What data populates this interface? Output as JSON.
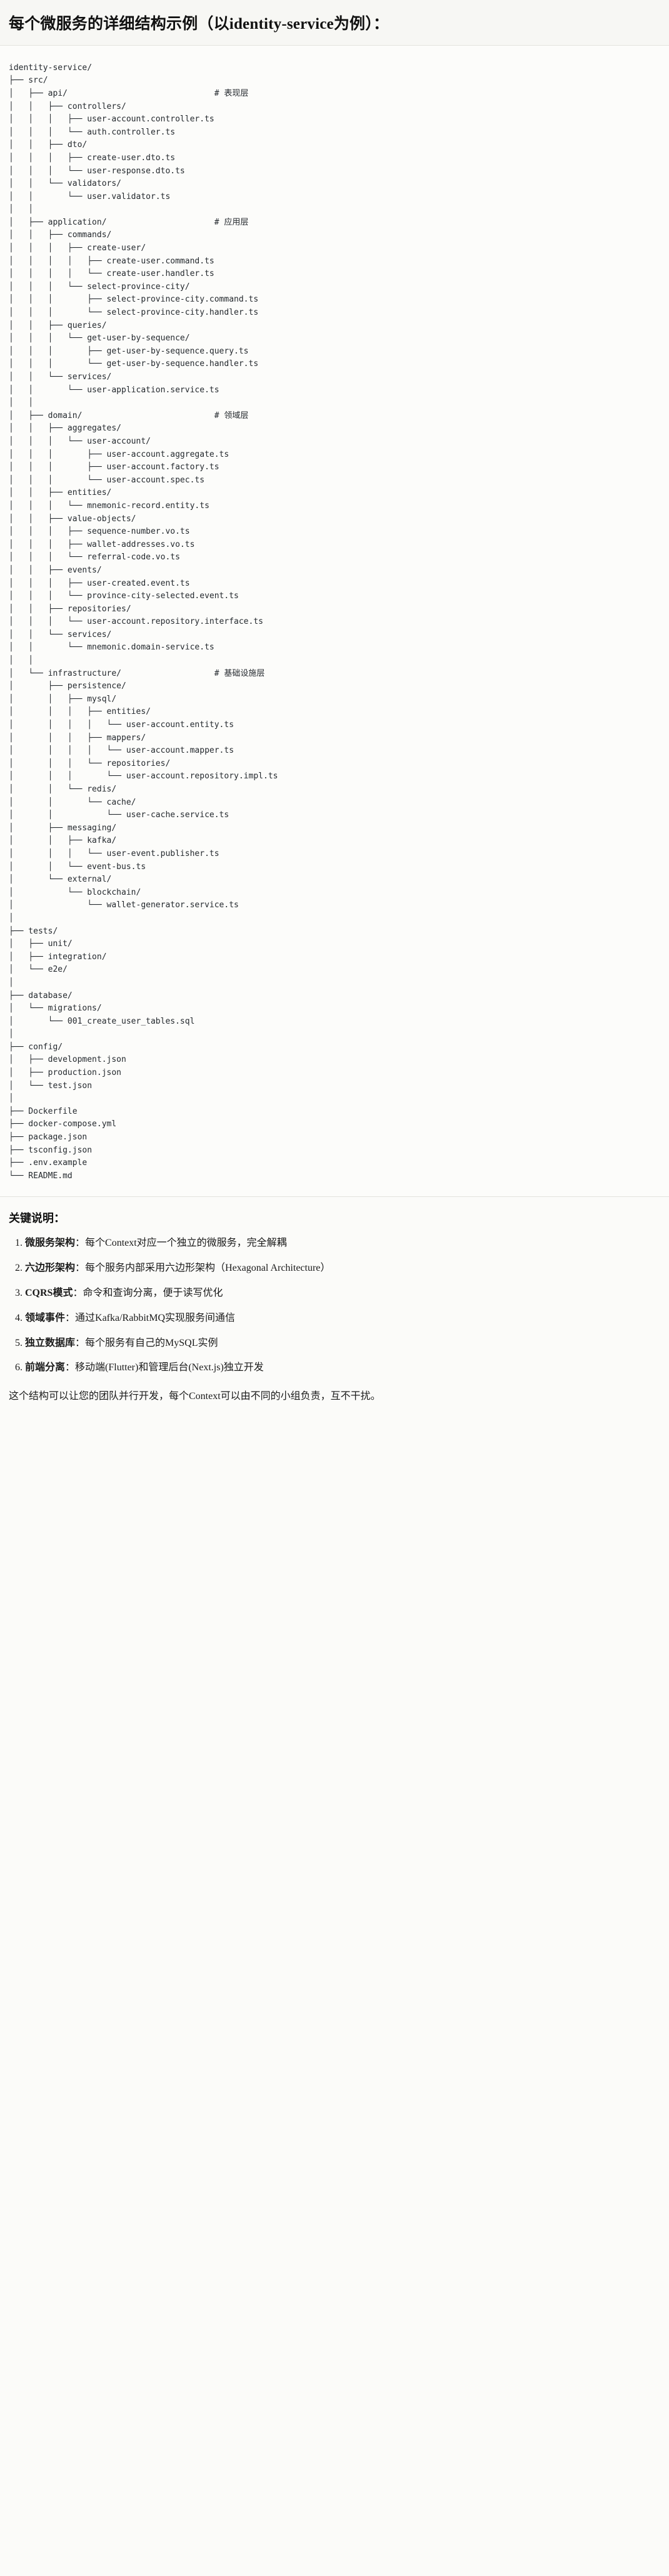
{
  "header": {
    "title": "每个微服务的详细结构示例（以identity-service为例）："
  },
  "tree": {
    "root": "identity-service/",
    "text": "identity-service/\n├── src/\n│   ├── api/                              # 表现层\n│   │   ├── controllers/\n│   │   │   ├── user-account.controller.ts\n│   │   │   └── auth.controller.ts\n│   │   ├── dto/\n│   │   │   ├── create-user.dto.ts\n│   │   │   └── user-response.dto.ts\n│   │   └── validators/\n│   │       └── user.validator.ts\n│   │\n│   ├── application/                      # 应用层\n│   │   ├── commands/\n│   │   │   ├── create-user/\n│   │   │   │   ├── create-user.command.ts\n│   │   │   │   └── create-user.handler.ts\n│   │   │   └── select-province-city/\n│   │   │       ├── select-province-city.command.ts\n│   │   │       └── select-province-city.handler.ts\n│   │   ├── queries/\n│   │   │   └── get-user-by-sequence/\n│   │   │       ├── get-user-by-sequence.query.ts\n│   │   │       └── get-user-by-sequence.handler.ts\n│   │   └── services/\n│   │       └── user-application.service.ts\n│   │\n│   ├── domain/                           # 领域层\n│   │   ├── aggregates/\n│   │   │   └── user-account/\n│   │   │       ├── user-account.aggregate.ts\n│   │   │       ├── user-account.factory.ts\n│   │   │       └── user-account.spec.ts\n│   │   ├── entities/\n│   │   │   └── mnemonic-record.entity.ts\n│   │   ├── value-objects/\n│   │   │   ├── sequence-number.vo.ts\n│   │   │   ├── wallet-addresses.vo.ts\n│   │   │   └── referral-code.vo.ts\n│   │   ├── events/\n│   │   │   ├── user-created.event.ts\n│   │   │   └── province-city-selected.event.ts\n│   │   ├── repositories/\n│   │   │   └── user-account.repository.interface.ts\n│   │   └── services/\n│   │       └── mnemonic.domain-service.ts\n│   │\n│   └── infrastructure/                   # 基础设施层\n│       ├── persistence/\n│       │   ├── mysql/\n│       │   │   ├── entities/\n│       │   │   │   └── user-account.entity.ts\n│       │   │   ├── mappers/\n│       │   │   │   └── user-account.mapper.ts\n│       │   │   └── repositories/\n│       │   │       └── user-account.repository.impl.ts\n│       │   └── redis/\n│       │       └── cache/\n│       │           └── user-cache.service.ts\n│       ├── messaging/\n│       │   ├── kafka/\n│       │   │   └── user-event.publisher.ts\n│       │   └── event-bus.ts\n│       └── external/\n│           └── blockchain/\n│               └── wallet-generator.service.ts\n│\n├── tests/\n│   ├── unit/\n│   ├── integration/\n│   └── e2e/\n│\n├── database/\n│   └── migrations/\n│       └── 001_create_user_tables.sql\n│\n├── config/\n│   ├── development.json\n│   ├── production.json\n│   └── test.json\n│\n├── Dockerfile\n├── docker-compose.yml\n├── package.json\n├── tsconfig.json\n├── .env.example\n└── README.md"
  },
  "keys": {
    "title": "关键说明：",
    "items": [
      {
        "term": "微服务架构",
        "desc": "：每个Context对应一个独立的微服务，完全解耦"
      },
      {
        "term": "六边形架构",
        "desc": "：每个服务内部采用六边形架构（Hexagonal Architecture）"
      },
      {
        "term": "CQRS模式",
        "desc": "：命令和查询分离，便于读写优化"
      },
      {
        "term": "领域事件",
        "desc": "：通过Kafka/RabbitMQ实现服务间通信"
      },
      {
        "term": "独立数据库",
        "desc": "：每个服务有自己的MySQL实例"
      },
      {
        "term": "前端分离",
        "desc": "：移动端(Flutter)和管理后台(Next.js)独立开发"
      }
    ],
    "closing": "这个结构可以让您的团队并行开发，每个Context可以由不同的小组负责，互不干扰。"
  }
}
